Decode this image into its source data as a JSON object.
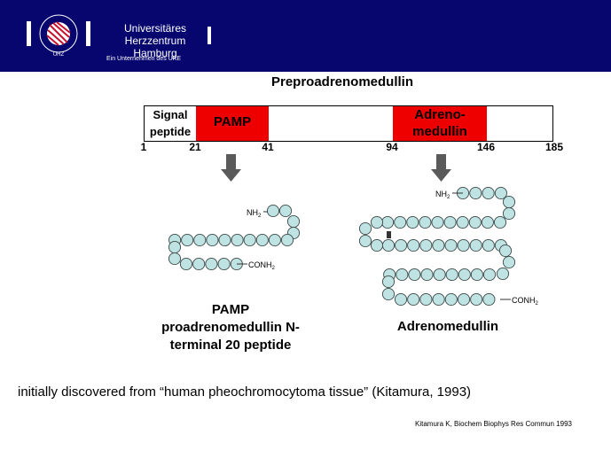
{
  "header": {
    "logo_text": "UNIVERSITÄRES HERZZENTRUM UHZ",
    "uni_line1": "Universitäres Herzzentrum",
    "uni_line2": "Hamburg",
    "uni_sub": "Ein Unternehmen des UKE",
    "bg_color": "#06066e"
  },
  "precursor": {
    "title": "Preproadrenomedullin",
    "signal_line1": "Signal",
    "signal_line2": "peptide",
    "pamp_label": "PAMP",
    "adreno_line1": "Adreno-",
    "adreno_line2": "medullin",
    "ticks": [
      "1",
      "21",
      "41",
      "94",
      "146",
      "185"
    ],
    "segment_color": "#ee0000"
  },
  "pamp": {
    "nh2": "NH",
    "nh2_sub": "2",
    "conh2": "CONH",
    "conh2_sub": "2",
    "line1": "PAMP",
    "line2": "proadrenomedullin N-",
    "line3": "terminal 20 peptide"
  },
  "adm": {
    "nh2": "NH",
    "nh2_sub": "2",
    "conh2": "CONH",
    "conh2_sub": "2",
    "label": "Adrenomedullin"
  },
  "footer": {
    "text": "initially discovered from “human pheochromocytoma tissue” (Kitamura, 1993)",
    "ref": "Kitamura K, Biochem Biophys Res Commun 1993"
  },
  "colors": {
    "bead": "#bfe3e3",
    "bead_stroke": "#3d4a4a",
    "arrow": "#5a5a5a"
  }
}
